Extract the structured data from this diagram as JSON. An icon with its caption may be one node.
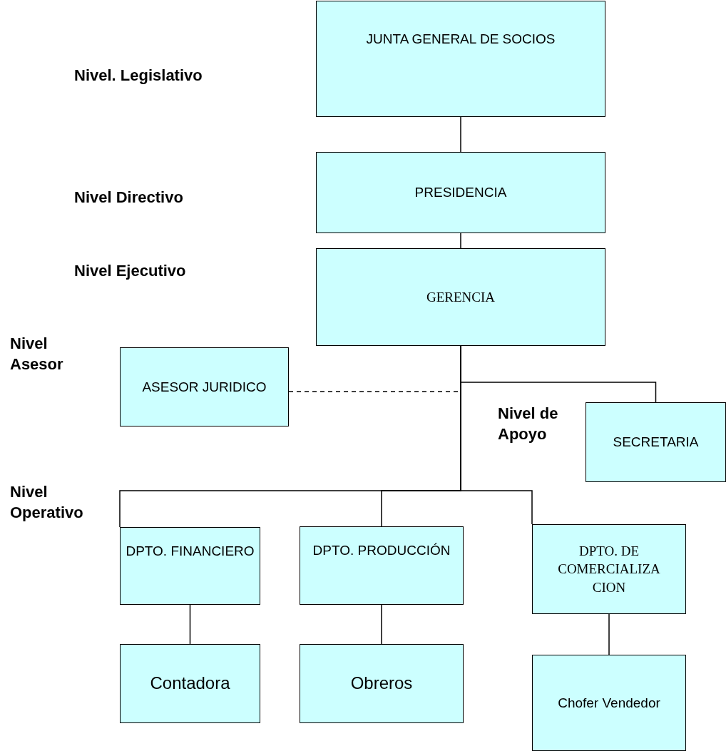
{
  "diagram": {
    "nodes": [
      {
        "text": [
          "JUNTA GENERAL DE SOCIOS"
        ]
      },
      {
        "text": [
          "PRESIDENCIA"
        ]
      },
      {
        "text": [
          "GERENCIA"
        ]
      },
      {
        "text": [
          "ASESOR JURIDICO"
        ]
      },
      {
        "text": [
          "SECRETARIA"
        ]
      },
      {
        "text": [
          "DPTO. FINANCIERO"
        ]
      },
      {
        "text": [
          "DPTO. PRODUCCIÓN"
        ]
      },
      {
        "text": [
          "DPTO. DE COMERCIALIZA CION"
        ]
      },
      {
        "text": [
          "Contadora"
        ]
      },
      {
        "text": [
          "Obreros"
        ]
      },
      {
        "text": [
          "Chofer Vendedor"
        ]
      }
    ],
    "edges": [
      {
        "from": 0,
        "to": 1,
        "arrow": "none"
      },
      {
        "from": 1,
        "to": 2,
        "arrow": "none"
      },
      {
        "from": 2,
        "to": 4,
        "arrow": "none"
      },
      {
        "from": 3,
        "to": 2,
        "arrow": "none",
        "style": "dashed"
      },
      {
        "from": 2,
        "to": 5,
        "arrow": "none"
      },
      {
        "from": 2,
        "to": 6,
        "arrow": "none"
      },
      {
        "from": 2,
        "to": 7,
        "arrow": "none"
      },
      {
        "from": 5,
        "to": 8,
        "arrow": "none"
      },
      {
        "from": 6,
        "to": 9,
        "arrow": "none"
      },
      {
        "from": 7,
        "to": 10,
        "arrow": "none"
      }
    ],
    "labels": [
      "Nivel. Legislativo",
      "Nivel Directivo",
      "Nivel Ejecutivo",
      "Nivel Asesor",
      "Nivel de Apoyo",
      "Nivel Operativo"
    ]
  }
}
